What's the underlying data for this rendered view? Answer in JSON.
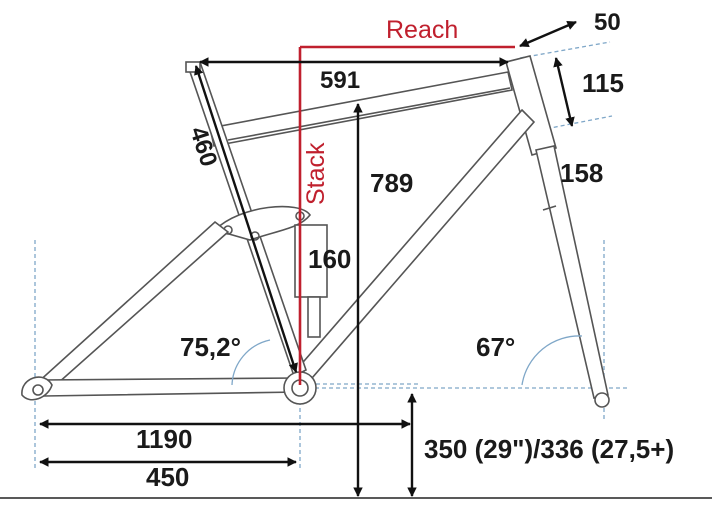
{
  "labels": {
    "reach": "Reach",
    "stack": "Stack",
    "top_tube": "591",
    "seat_tube": "460",
    "stack_value": "789",
    "shock_travel": "160",
    "head_tube": "158",
    "stem_offset": "50",
    "headset_height": "115",
    "seat_angle": "75,2°",
    "head_angle": "67°",
    "wheelbase": "1190",
    "chainstay": "450",
    "bb_height": "350 (29\")/336 (27,5+)"
  },
  "colors": {
    "reach_stack": "#c0202e",
    "frame": "#555555",
    "guides": "#7fa7c8",
    "dimension": "#111111"
  }
}
